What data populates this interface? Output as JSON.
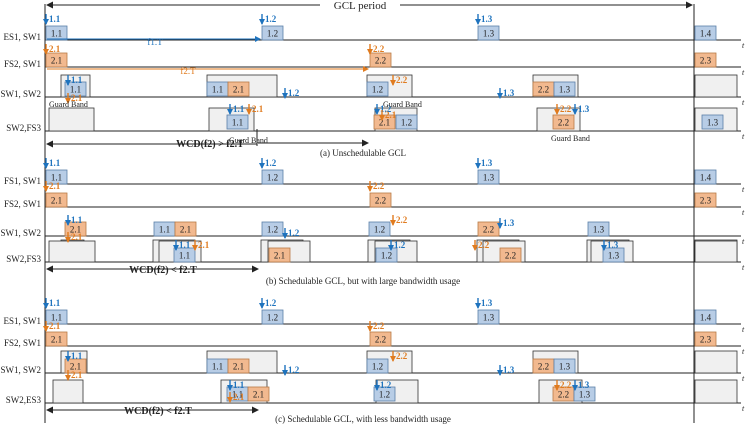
{
  "header": {
    "gcl_period": "GCL period"
  },
  "colors": {
    "blue": "#1e73be",
    "blue_fill": "#b8cde6",
    "blue_border": "#5b7fa8",
    "orange": "#e07b1f",
    "orange_fill": "#f2b98f",
    "orange_border": "#b87a45",
    "gate_fill": "#f0f0f0",
    "gate_border": "#333333",
    "line": "#222222"
  },
  "axis_t": "t",
  "rows": [
    "ES1, SW1",
    "FS2, SW1",
    "SW1, SW2",
    "SW2,FS3",
    "FS1, SW1",
    "FS2, SW1",
    "SW1, SW2",
    "SW2,FS3",
    "ES1, SW1",
    "FS2, SW1",
    "SW1, SW2",
    "SW2,ES3"
  ],
  "frames": [
    "1.1",
    "1.2",
    "1.3",
    "1.4",
    "2.1",
    "2.2",
    "2.3"
  ],
  "guard_band": "Guard Band",
  "flow_periods": {
    "f1": "f1.T",
    "f2": "f2.T"
  },
  "wcd": {
    "a": "WCD(f2) > f2.T",
    "b": "WCD(f2) < f2.T",
    "c": "WCD(f2) < f2.T"
  },
  "captions": {
    "a": "(a) Unschedulable GCL",
    "b": "(b) Schedulable GCL, but with large bandwidth usage",
    "c": "(c) Schedulable GCL, with less bandwidth usage"
  }
}
